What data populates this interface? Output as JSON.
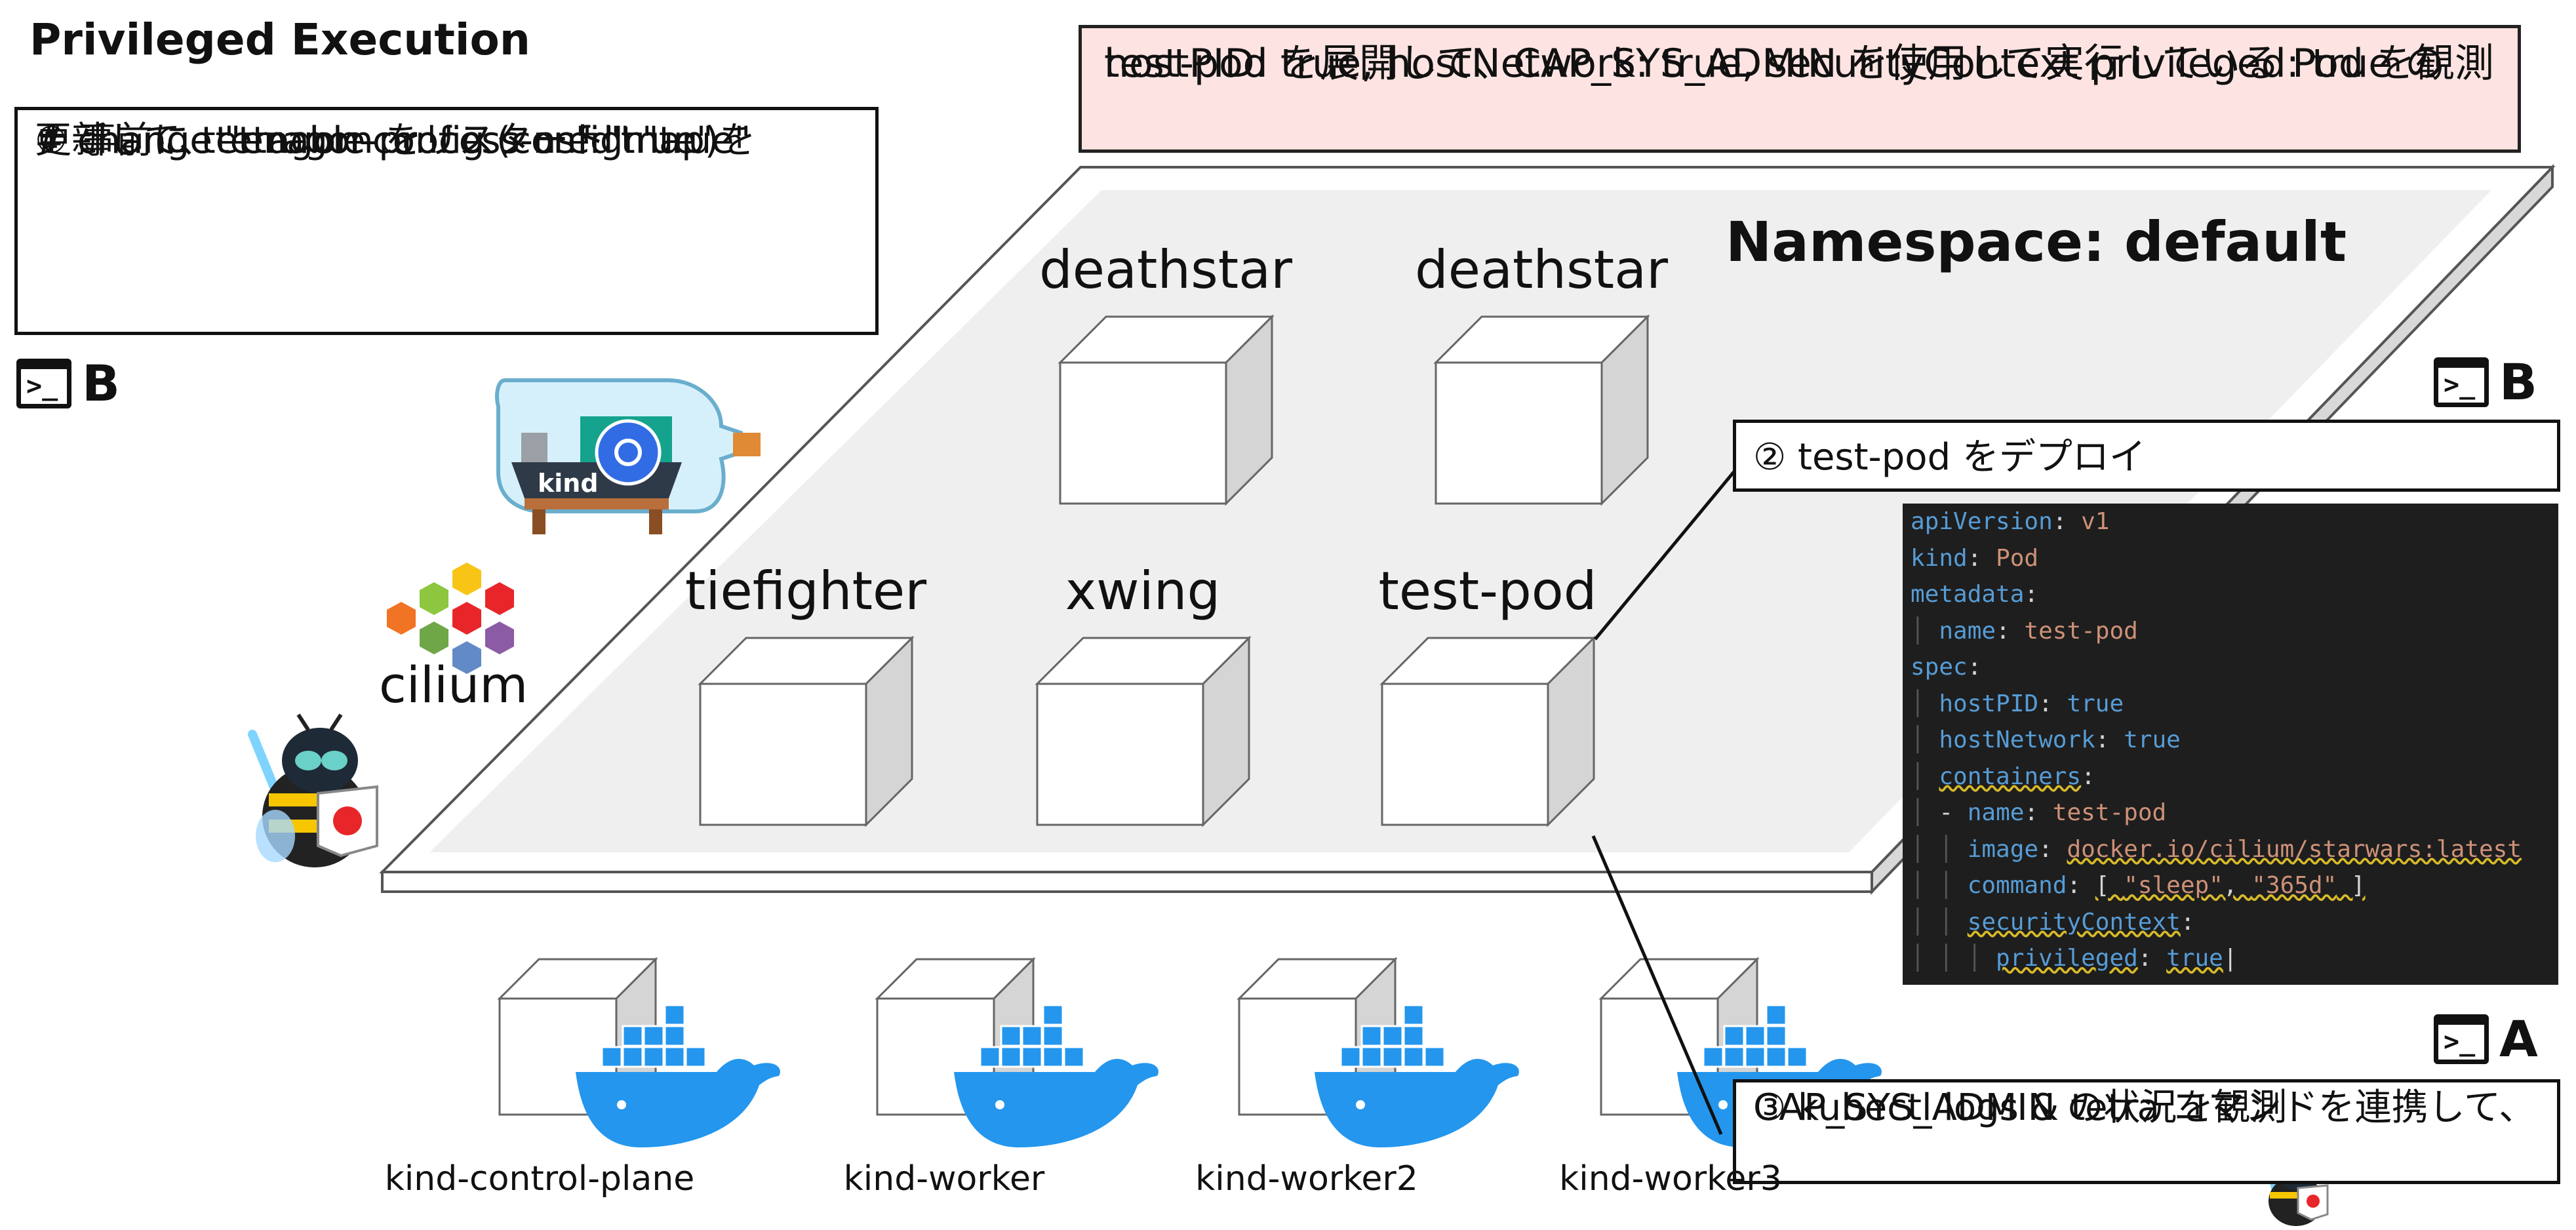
{
  "title": "Privileged Execution",
  "top_note": {
    "line1": "hostPID: true, hostNetwork: true, securityContext privileged: true の",
    "line2": "test-pod を展開して、CAP_SYS_ADMIN を使用して実行している Pod を観測"
  },
  "note1": {
    "line1": "① 事前に tetragon-config (configmap)を",
    "line2": "更新して、tetragon をリスタート",
    "line3": "# change \"enable-process-cred\" \"true\"",
    "line4": "# change \"enable-process-ns\" \"true\""
  },
  "note2": "② test-pod をデプロイ",
  "note3": {
    "line1": "③ kubectl logs & tetra コマンドを連携して、",
    "line2": "CAP_SYS_ADMIN の状況を観測"
  },
  "namespace_label": "Namespace: default",
  "terminals": {
    "left": "B",
    "right_top": "B",
    "right_bottom": "A"
  },
  "pods": {
    "deathstar1": "deathstar",
    "deathstar2": "deathstar",
    "tiefighter": "tiefighter",
    "xwing": "xwing",
    "testpod": "test-pod"
  },
  "nodes": {
    "n1": "kind-control-plane",
    "n2": "kind-worker",
    "n3": "kind-worker2",
    "n4": "kind-worker3"
  },
  "logos": {
    "cilium": "cilium",
    "kind": "kind"
  },
  "yaml": {
    "l1k": "apiVersion",
    "l1v": "v1",
    "l2k": "kind",
    "l2v": "Pod",
    "l3k": "metadata",
    "l4k": "name",
    "l4v": "test-pod",
    "l5k": "spec",
    "l6k": "hostPID",
    "l6v": "true",
    "l7k": "hostNetwork",
    "l7v": "true",
    "l8k": "containers",
    "l9k": "name",
    "l9v": "test-pod",
    "l10k": "image",
    "l10v": "docker.io/cilium/starwars:latest",
    "l11k": "command",
    "l11v1": "\"sleep\"",
    "l11v2": "\"365d\"",
    "l12k": "securityContext",
    "l13k": "privileged",
    "l13v": "true"
  },
  "colors": {
    "note_top_bg": "#fde4e2",
    "platform": "#f0f0f0",
    "docker_blue": "#2496ed",
    "code_bg": "#1e1e1e",
    "code_key": "#569cd6",
    "code_value": "#ce9178"
  }
}
